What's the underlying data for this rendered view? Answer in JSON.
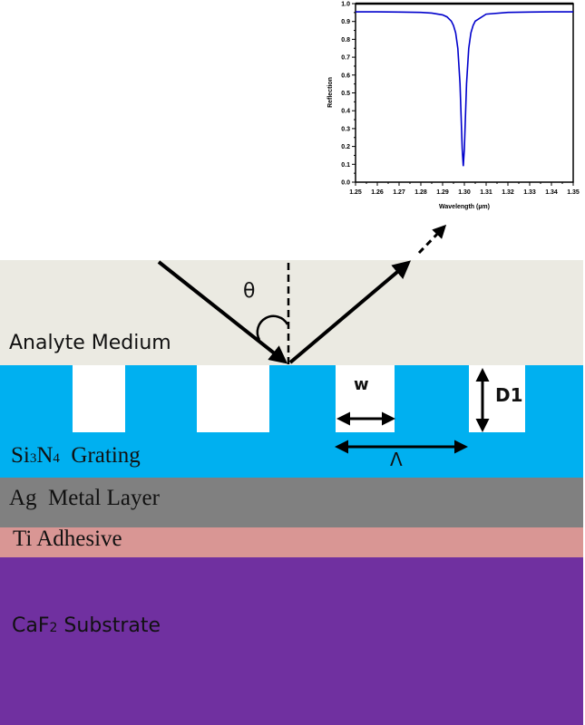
{
  "diagram": {
    "layers": [
      {
        "name": "analyte",
        "label": "Analyte Medium",
        "color": "#ebeae2"
      },
      {
        "name": "grating",
        "label_main": "Si",
        "label_sub1": "3",
        "label_mid": "N",
        "label_sub2": "4",
        "label_rest": "  Grating",
        "color": "#00b0f0"
      },
      {
        "name": "metal",
        "label": "Ag  Metal Layer",
        "color": "#808080"
      },
      {
        "name": "adhesive",
        "label": "Ti Adhesive",
        "color": "#d99694"
      },
      {
        "name": "substrate",
        "label_main": "CaF",
        "label_sub": "2",
        "label_rest": " Substrate",
        "color": "#7030a0"
      }
    ],
    "annotations": {
      "theta": "θ",
      "width": "w",
      "depth": "D1",
      "period": "Λ"
    }
  },
  "chart_data": {
    "type": "line",
    "title": "",
    "xlabel": "Wavelength (µm)",
    "ylabel": "Reflection",
    "xlim": [
      1.25,
      1.35
    ],
    "ylim": [
      0.0,
      1.0
    ],
    "xticks": [
      "1.25",
      "1.26",
      "1.27",
      "1.28",
      "1.29",
      "1.30",
      "1.31",
      "1.32",
      "1.33",
      "1.34",
      "1.35"
    ],
    "yticks": [
      "0.0",
      "0.1",
      "0.2",
      "0.3",
      "0.4",
      "0.5",
      "0.6",
      "0.7",
      "0.8",
      "0.9",
      "1.0"
    ],
    "grid": false,
    "line_color": "#0000cc",
    "series": [
      {
        "name": "Reflection",
        "x": [
          1.25,
          1.26,
          1.27,
          1.28,
          1.285,
          1.29,
          1.292,
          1.294,
          1.295,
          1.296,
          1.297,
          1.298,
          1.299,
          1.2995,
          1.3,
          1.301,
          1.302,
          1.303,
          1.304,
          1.305,
          1.31,
          1.32,
          1.33,
          1.34,
          1.35
        ],
        "y": [
          0.954,
          0.954,
          0.953,
          0.951,
          0.947,
          0.937,
          0.926,
          0.902,
          0.877,
          0.836,
          0.749,
          0.552,
          0.188,
          0.09,
          0.188,
          0.552,
          0.749,
          0.836,
          0.877,
          0.902,
          0.941,
          0.951,
          0.953,
          0.954,
          0.954
        ]
      }
    ]
  }
}
